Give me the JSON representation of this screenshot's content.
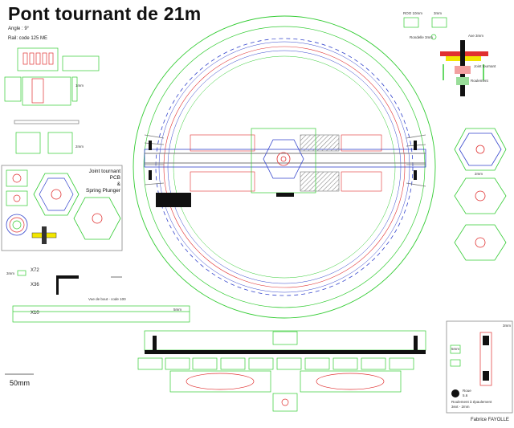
{
  "header": {
    "title": "Pont tournant de 21m",
    "angle": "Angle : 9°",
    "rail": "Rail: code 125 ME"
  },
  "left_panel": {
    "label_top": "Joint tournant",
    "label_pcb": "PCB",
    "label_amp": "&",
    "label_spring": "Spring Plunger"
  },
  "parts_labels": {
    "x72": "X72",
    "x36": "X36",
    "x10": "X10",
    "dim_3mm": "3mm",
    "dim_5mm": "5mm",
    "dim_1mm": "1mm",
    "dim_2mm": "2mm",
    "dim_10mm": "10mm",
    "vue_de_bout": "Vue de bout - code 100",
    "roue_10": "ROO 10mm",
    "axe_3mm": "Axe 3mm",
    "rondelle": "Rondelle 3mm",
    "joint_tournant": "Joint tournant",
    "roulement": "Roulement",
    "roue_legend_1": "Roue",
    "roue_legend_2": "5.6",
    "roulement_legend_1": "Roulement à épaulement",
    "roulement_legend_2": "3ext - 2mm"
  },
  "scale": {
    "label": "50mm"
  },
  "footer": {
    "author": "Fabrice FAYOLLE"
  },
  "colors": {
    "line_green": "#33cc33",
    "line_red": "#e03030",
    "line_blue": "#3344cc",
    "line_gray": "#777777",
    "fill_black": "#111111",
    "hatch": "#999999"
  }
}
